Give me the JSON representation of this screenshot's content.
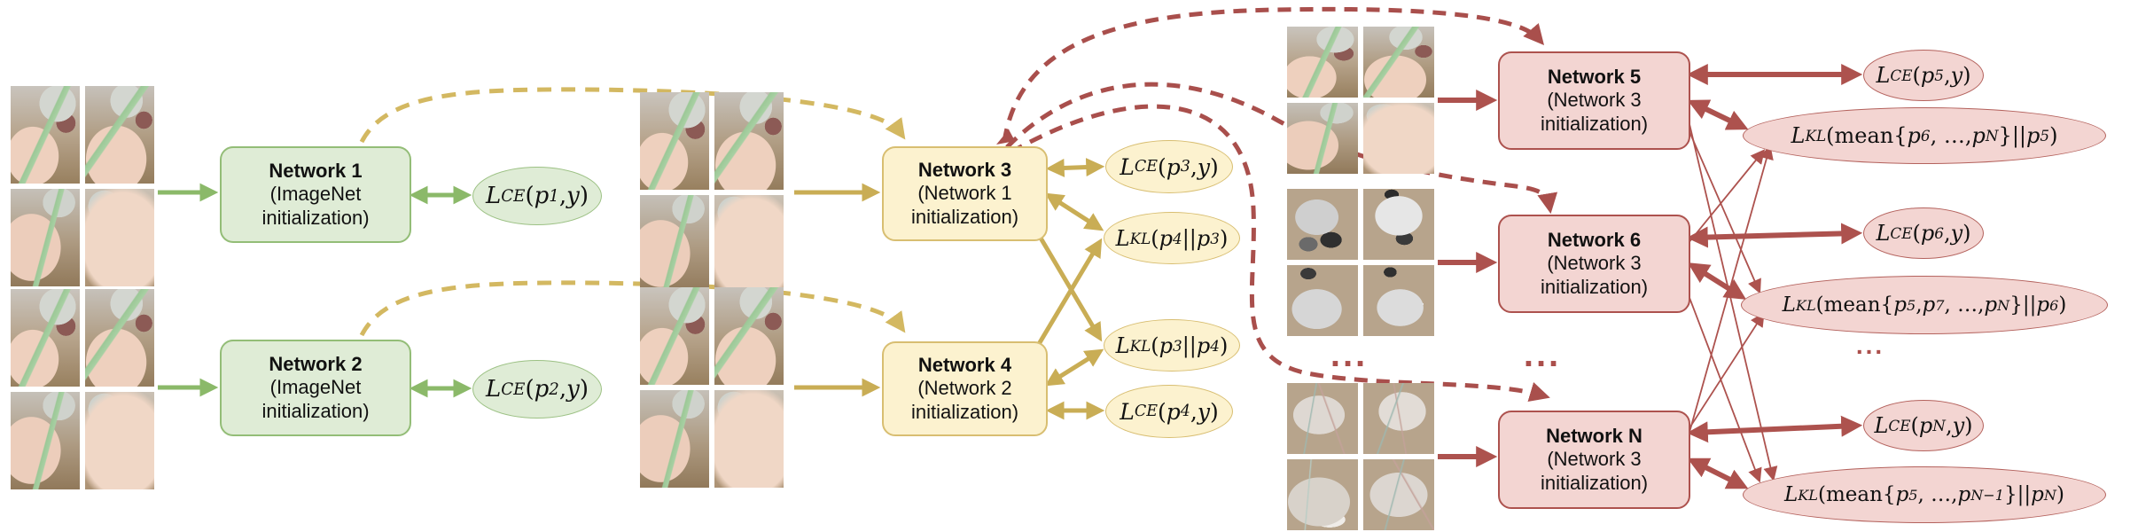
{
  "networks": {
    "n1": {
      "title": "Network 1",
      "subtitle": "(ImageNet initialization)"
    },
    "n2": {
      "title": "Network 2",
      "subtitle": "(ImageNet initialization)"
    },
    "n3": {
      "title": "Network 3",
      "subtitle": "(Network 1 initialization)"
    },
    "n4": {
      "title": "Network 4",
      "subtitle": "(Network 2 initialization)"
    },
    "n5": {
      "title": "Network 5",
      "subtitle": "(Network 3 initialization)"
    },
    "n6": {
      "title": "Network 6",
      "subtitle": "(Network 3 initialization)"
    },
    "nN": {
      "title": "Network N",
      "subtitle": "(Network 3 initialization)"
    }
  },
  "losses": {
    "ce1": [
      [
        "L",
        0
      ],
      [
        "CE",
        1
      ],
      [
        "(",
        2
      ],
      [
        "p",
        0
      ],
      [
        "1",
        1
      ],
      [
        ", ",
        2
      ],
      [
        "y",
        0
      ],
      [
        ")",
        2
      ]
    ],
    "ce2": [
      [
        "L",
        0
      ],
      [
        "CE",
        1
      ],
      [
        "(",
        2
      ],
      [
        "p",
        0
      ],
      [
        "2",
        1
      ],
      [
        ", ",
        2
      ],
      [
        "y",
        0
      ],
      [
        ")",
        2
      ]
    ],
    "ce3": [
      [
        "L",
        0
      ],
      [
        "CE",
        1
      ],
      [
        "(",
        2
      ],
      [
        "p",
        0
      ],
      [
        "3",
        1
      ],
      [
        ", ",
        2
      ],
      [
        "y",
        0
      ],
      [
        ")",
        2
      ]
    ],
    "ce4": [
      [
        "L",
        0
      ],
      [
        "CE",
        1
      ],
      [
        "(",
        2
      ],
      [
        "p",
        0
      ],
      [
        "4",
        1
      ],
      [
        ", ",
        2
      ],
      [
        "y",
        0
      ],
      [
        ")",
        2
      ]
    ],
    "ce5": [
      [
        "L",
        0
      ],
      [
        "CE",
        1
      ],
      [
        "(",
        2
      ],
      [
        "p",
        0
      ],
      [
        "5",
        1
      ],
      [
        ", ",
        2
      ],
      [
        "y",
        0
      ],
      [
        ")",
        2
      ]
    ],
    "ce6": [
      [
        "L",
        0
      ],
      [
        "CE",
        1
      ],
      [
        "(",
        2
      ],
      [
        "p",
        0
      ],
      [
        "6",
        1
      ],
      [
        ", ",
        2
      ],
      [
        "y",
        0
      ],
      [
        ")",
        2
      ]
    ],
    "ceN": [
      [
        "L",
        0
      ],
      [
        "CE",
        1
      ],
      [
        "(",
        2
      ],
      [
        "p",
        0
      ],
      [
        "N",
        1
      ],
      [
        ", ",
        2
      ],
      [
        "y",
        0
      ],
      [
        ")",
        2
      ]
    ],
    "kl43": [
      [
        "L",
        0
      ],
      [
        "KL",
        1
      ],
      [
        "(",
        2
      ],
      [
        "p",
        0
      ],
      [
        "4",
        1
      ],
      [
        "||",
        2
      ],
      [
        "p",
        0
      ],
      [
        "3",
        1
      ],
      [
        ")",
        2
      ]
    ],
    "kl34": [
      [
        "L",
        0
      ],
      [
        "KL",
        1
      ],
      [
        "(",
        2
      ],
      [
        "p",
        0
      ],
      [
        "3",
        1
      ],
      [
        "||",
        2
      ],
      [
        "p",
        0
      ],
      [
        "4",
        1
      ],
      [
        ")",
        2
      ]
    ],
    "kl5": [
      [
        "L",
        0
      ],
      [
        "KL",
        1
      ],
      [
        "(mean{",
        2
      ],
      [
        "p",
        0
      ],
      [
        "6",
        1
      ],
      [
        ", …, ",
        2
      ],
      [
        "p",
        0
      ],
      [
        "N",
        1
      ],
      [
        "}||",
        2
      ],
      [
        "p",
        0
      ],
      [
        "5",
        1
      ],
      [
        ")",
        2
      ]
    ],
    "kl6": [
      [
        "L",
        0
      ],
      [
        "KL",
        1
      ],
      [
        "(mean{",
        2
      ],
      [
        "p",
        0
      ],
      [
        "5",
        1
      ],
      [
        ", ",
        2
      ],
      [
        "p",
        0
      ],
      [
        "7",
        1
      ],
      [
        ", …, ",
        2
      ],
      [
        "p",
        0
      ],
      [
        "N",
        1
      ],
      [
        "}||",
        2
      ],
      [
        "p",
        0
      ],
      [
        "6",
        1
      ],
      [
        ")",
        2
      ]
    ],
    "klN": [
      [
        "L",
        0
      ],
      [
        "KL",
        1
      ],
      [
        "(mean{",
        2
      ],
      [
        "p",
        0
      ],
      [
        "5",
        1
      ],
      [
        ", …, ",
        2
      ],
      [
        "p",
        0
      ],
      [
        "N−1",
        1
      ],
      [
        "}||",
        2
      ],
      [
        "p",
        0
      ],
      [
        "N",
        1
      ],
      [
        ")",
        2
      ]
    ]
  },
  "dots": {
    "left": "...",
    "middle": "...",
    "right": "..."
  },
  "colors": {
    "green_fill": "#dfecd6",
    "green_border": "#93bd77",
    "green_arrow": "#8bb969",
    "yellow_fill": "#fcf2cf",
    "yellow_border": "#d8be71",
    "yellow_arrow": "#c9ad55",
    "yellow_dashed": "#d3b861",
    "pink_fill": "#f3d5d2",
    "pink_border": "#ad524e",
    "red_arrow": "#ad524e",
    "red_dashed": "#a94f4c"
  }
}
